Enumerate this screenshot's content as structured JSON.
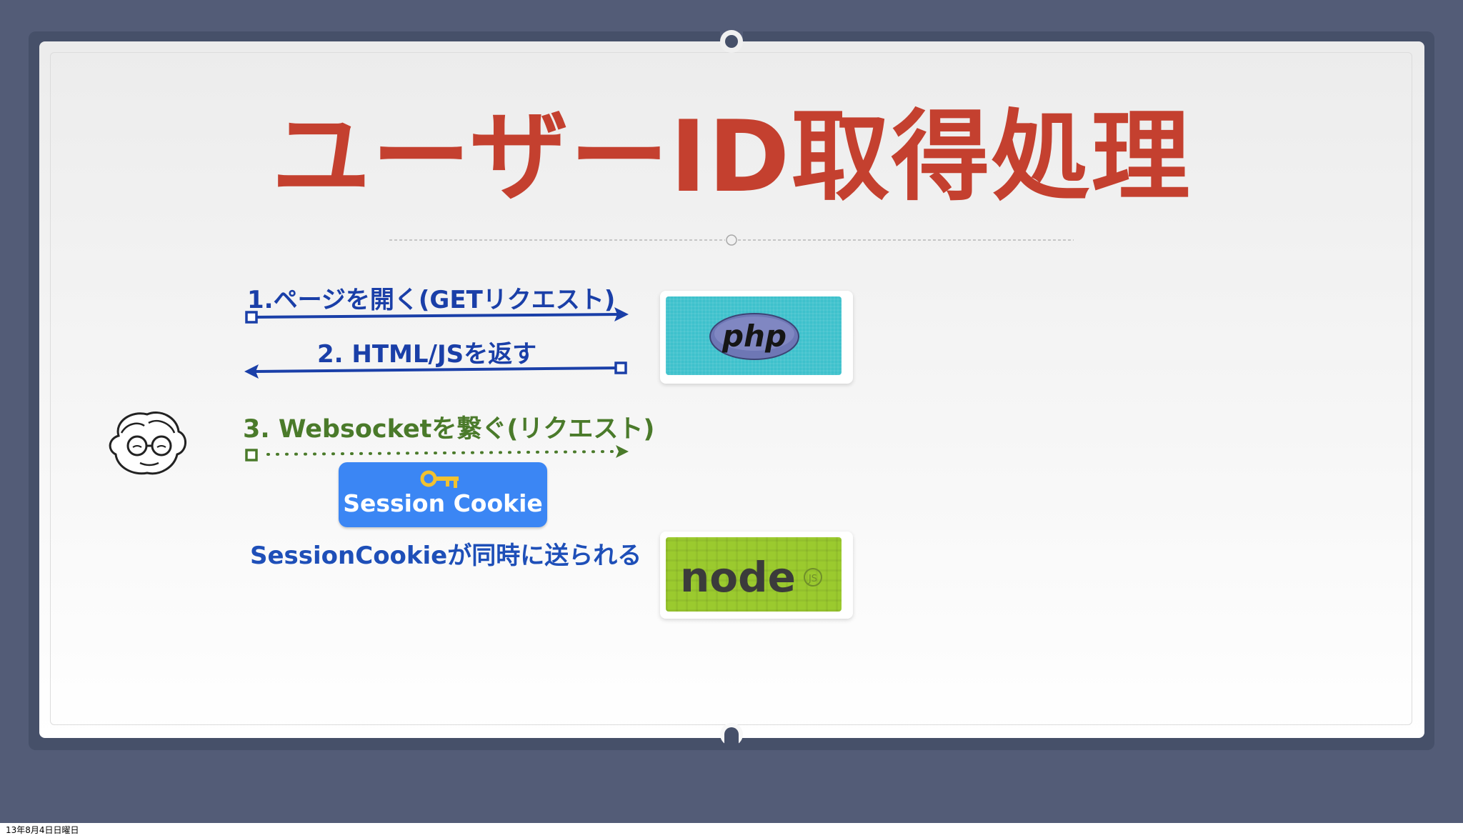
{
  "slide": {
    "title": "ユーザーID取得処理"
  },
  "steps": {
    "step1": "1.ページを開く(GETリクエスト)",
    "step2": "2. HTML/JSを返す",
    "step3": "3. Websocketを繋ぐ(リクエスト)",
    "note": "SessionCookieが同時に送られる"
  },
  "cookie": {
    "label": "Session Cookie",
    "icon": "key-icon"
  },
  "servers": {
    "php_logo_text": "php",
    "node_logo_text": "node",
    "node_logo_suffix": "JS"
  },
  "footer": {
    "date": "13年8月4日日曜日"
  },
  "colors": {
    "title": "#c4402f",
    "http_arrows": "#1a3fa8",
    "websocket_arrow": "#4a7a2a",
    "cookie_bg": "#3b86f4",
    "php_bg": "#3ec1cc",
    "node_bg": "#9bca2e",
    "background": "#535c77"
  }
}
